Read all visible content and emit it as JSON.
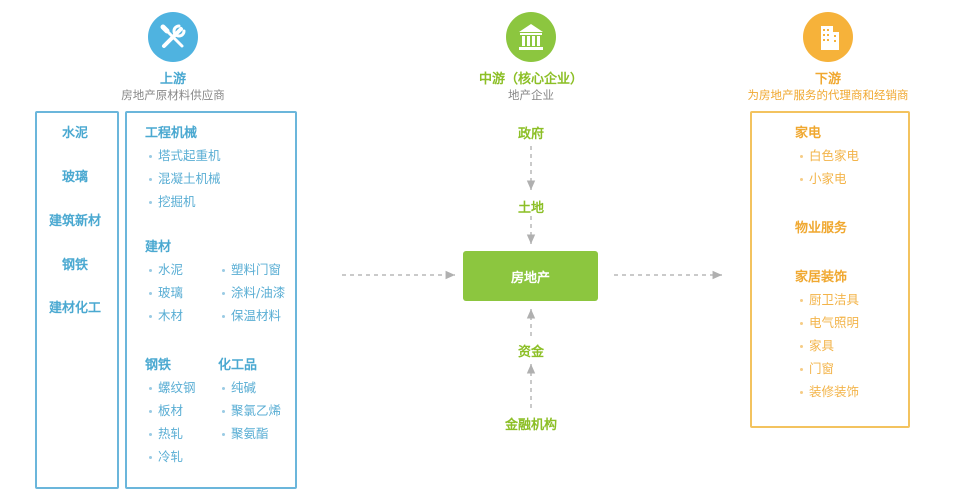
{
  "upstream": {
    "title": "上游",
    "subtitle": "房地产原材料供应商",
    "categories": [
      "水泥",
      "玻璃",
      "建筑新材",
      "钢铁",
      "建材化工"
    ],
    "groups": {
      "machinery": {
        "heading": "工程机械",
        "items": [
          "塔式起重机",
          "混凝土机械",
          "挖掘机"
        ]
      },
      "building_materials": {
        "heading": "建材",
        "col1": [
          "水泥",
          "玻璃",
          "木材"
        ],
        "col2": [
          "塑料门窗",
          "涂料/油漆",
          "保温材料"
        ]
      },
      "steel": {
        "heading": "钢铁",
        "items": [
          "螺纹钢",
          "板材",
          "热轧",
          "冷轧"
        ]
      },
      "chemicals": {
        "heading": "化工品",
        "items": [
          "纯碱",
          "聚氯乙烯",
          "聚氨酯"
        ]
      }
    }
  },
  "midstream": {
    "title": "中游（核心企业）",
    "subtitle": "地产企业",
    "nodes": {
      "government": "政府",
      "land": "土地",
      "core": "房地产",
      "capital": "资金",
      "finance": "金融机构"
    }
  },
  "downstream": {
    "title": "下游",
    "subtitle": "为房地产服务的代理商和经销商",
    "groups": {
      "appliances": {
        "heading": "家电",
        "items": [
          "白色家电",
          "小家电"
        ]
      },
      "property": {
        "heading": "物业服务"
      },
      "decoration": {
        "heading": "家居装饰",
        "items": [
          "厨卫洁具",
          "电气照明",
          "家具",
          "门窗",
          "装修装饰"
        ]
      }
    }
  },
  "icons": {
    "upstream": "tools-icon",
    "midstream": "bank-building-icon",
    "downstream": "office-building-icon"
  },
  "colors": {
    "upstream": "#4ba9d1",
    "midstream": "#8cc63f",
    "downstream": "#f3c35f"
  }
}
